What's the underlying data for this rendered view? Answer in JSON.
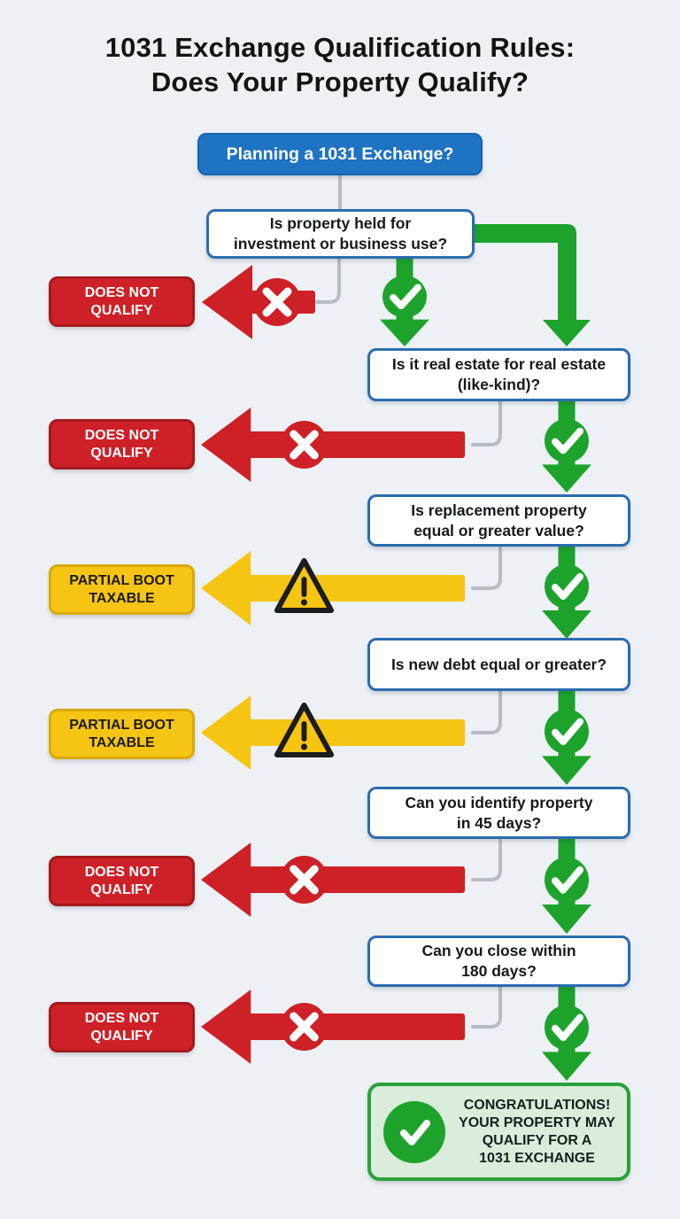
{
  "title": {
    "line1": "1031 Exchange Qualification Rules:",
    "line2": "Does Your Property Qualify?"
  },
  "start": {
    "label": "Planning a 1031 Exchange?"
  },
  "questions": {
    "q1": {
      "line1": "Is property held for",
      "line2": "investment or business use?"
    },
    "q2": {
      "line1": "Is it real estate for real estate",
      "line2": "(like-kind)?"
    },
    "q3": {
      "line1": "Is replacement property",
      "line2": "equal or greater value?"
    },
    "q4": {
      "line1": "Is new debt equal or greater?",
      "line2": ""
    },
    "q5": {
      "line1": "Can you identify property",
      "line2": "in 45 days?"
    },
    "q6": {
      "line1": "Can you close within",
      "line2": "180 days?"
    }
  },
  "outcomes": {
    "fail": "DOES NOT QUALIFY",
    "warn": "PARTIAL BOOT TAXABLE"
  },
  "final": {
    "line1": "CONGRATULATIONS!",
    "line2": "YOUR PROPERTY MAY",
    "line3": "QUALIFY FOR A",
    "line4": "1031 EXCHANGE"
  },
  "icons": {
    "cross": "cross-icon",
    "warning": "warning-triangle-icon",
    "check": "checkmark-icon",
    "down_arrow": "green-down-arrow",
    "left_arrow_fail": "red-left-arrow",
    "left_arrow_warn": "yellow-left-arrow",
    "elbow_arrow": "green-elbow-arrow"
  },
  "colors": {
    "bg": "#edf1f5",
    "blue": "#1e73c2",
    "blueBorder": "#1a64ab",
    "questionBorder": "#2b6cb0",
    "red": "#cd2127",
    "redBorder": "#a5191e",
    "yellow": "#f6c513",
    "yellowBorder": "#d9a90b",
    "green": "#1da32c",
    "greenLight": "#d9edda",
    "greenBorder": "#2aa13a",
    "gray": "#b7bdc4",
    "text": "#121417"
  }
}
